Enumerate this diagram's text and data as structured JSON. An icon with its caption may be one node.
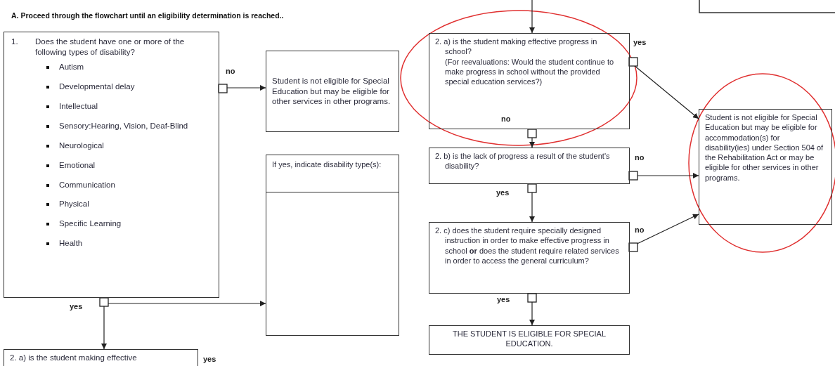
{
  "diagram": {
    "title": "A. Proceed through the flowchart until an eligibility determination is reached..",
    "nodes": [
      {
        "text": [
          "1.",
          "Does the student have one or more of the following types of disability?",
          "Autism",
          "Developmental delay",
          "Intellectual",
          "Sensory:Hearing, Vision, Deaf-Blind",
          "Neurological",
          "Emotional",
          "Communication",
          "Physical",
          "Specific Learning",
          "Health"
        ]
      },
      {
        "text": [
          "Student is not eligible for Special Education but may be eligible for other services in other programs."
        ]
      },
      {
        "text": [
          "If yes, indicate disability type(s):"
        ]
      },
      {
        "text": [
          "2. a) is the student making effective"
        ],
        "beside": [
          "yes"
        ]
      },
      {
        "text": [
          "2. a) is the student making effective progress in school?",
          "(For reevaluations: Would the student continue to make progress in school without the provided special education services?)"
        ]
      },
      {
        "text": [
          "2. b) is the lack of progress a result of the student's disability?"
        ]
      },
      {
        "text": [
          "2. c) does the student require specially designed instruction in order to make effective progress in school **or** does the student require related services in order to access the general curriculum?"
        ]
      },
      {
        "text": [
          "THE STUDENT IS ELIGIBLE FOR SPECIAL EDUCATION."
        ]
      },
      {
        "text": [
          "Student is not eligible for Special Education but may be eligible for accommodation(s) for disability(ies) under Section 504 of the Rehabilitation Act or may be eligible for other services in other programs."
        ]
      }
    ],
    "edges": [
      {
        "from": 0,
        "to": 1,
        "arrow": "to",
        "label": "no"
      },
      {
        "from": 0,
        "to": 2,
        "arrow": "to"
      },
      {
        "from": 0,
        "to": 3,
        "arrow": "to",
        "label": "yes"
      },
      {
        "from": null,
        "to": 4,
        "arrow": "to"
      },
      {
        "from": 4,
        "to": 8,
        "arrow": "to",
        "label": "yes"
      },
      {
        "from": 4,
        "to": 5,
        "arrow": "to",
        "label": "no"
      },
      {
        "from": 5,
        "to": 8,
        "arrow": "to",
        "label": "no"
      },
      {
        "from": 5,
        "to": 6,
        "arrow": "to",
        "label": "yes"
      },
      {
        "from": 6,
        "to": 8,
        "arrow": "to",
        "label": "no"
      },
      {
        "from": 6,
        "to": 7,
        "arrow": "to",
        "label": "yes"
      }
    ]
  }
}
